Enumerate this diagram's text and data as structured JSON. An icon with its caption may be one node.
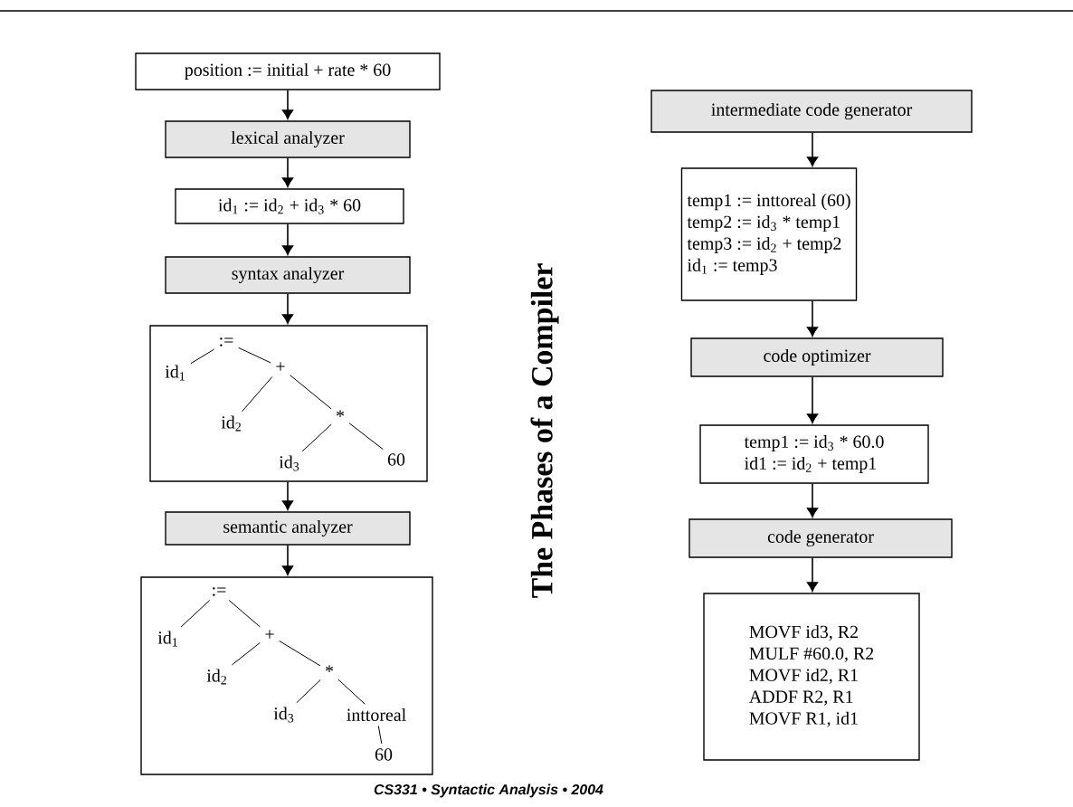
{
  "diagram": {
    "title": "The Phases of a Compiler",
    "nodes": [
      {
        "text": [
          "position := initial + rate * 60"
        ]
      },
      {
        "text": [
          "lexical analyzer"
        ]
      },
      {
        "text": [
          "id$_{1}$ := id$_{2}$ + id$_{3}$ * 60"
        ]
      },
      {
        "text": [
          "syntax analyzer"
        ]
      },
      {
        "text": [],
        "shape": "box"
      },
      {
        "text": [
          ":="
        ],
        "in": 4
      },
      {
        "text": [
          "id$_{1}$"
        ],
        "in": 4
      },
      {
        "text": [
          "+"
        ],
        "in": 4
      },
      {
        "text": [
          "id$_{2}$"
        ],
        "in": 4
      },
      {
        "text": [
          "*"
        ],
        "in": 4
      },
      {
        "text": [
          "id$_{3}$"
        ],
        "in": 4
      },
      {
        "text": [
          "60"
        ],
        "in": 4
      },
      {
        "text": [
          "semantic analyzer"
        ]
      },
      {
        "text": [],
        "shape": "box"
      },
      {
        "text": [
          ":="
        ],
        "in": 13
      },
      {
        "text": [
          "id$_{1}$"
        ],
        "in": 13
      },
      {
        "text": [
          "+"
        ],
        "in": 13
      },
      {
        "text": [
          "id$_{2}$"
        ],
        "in": 13
      },
      {
        "text": [
          "*"
        ],
        "in": 13
      },
      {
        "text": [
          "id$_{3}$"
        ],
        "in": 13
      },
      {
        "text": [
          "inttoreal"
        ],
        "in": 13
      },
      {
        "text": [
          "60"
        ],
        "in": 13
      },
      {
        "text": [
          "intermediate code generator"
        ]
      },
      {
        "text": [
          "temp1 := inttoreal (60)",
          "temp2 := id$_{3}$ * temp1",
          "temp3 := id$_{2}$ + temp2",
          "id$_{1}$ := temp3"
        ]
      },
      {
        "text": [
          "code optimizer"
        ]
      },
      {
        "text": [
          "temp1 := id$_{3}$ * 60.0",
          "id1 := id$_{2}$ + temp1"
        ]
      },
      {
        "text": [
          "code generator"
        ]
      },
      {
        "text": [
          "MOVF id3, R2",
          "MULF #60.0, R2",
          "MOVF id2, R1",
          "ADDF R2, R1",
          "MOVF R1, id1"
        ]
      }
    ],
    "edges": [
      {
        "from": 0,
        "to": 1,
        "arrow": "to"
      },
      {
        "from": 1,
        "to": 2,
        "arrow": "to"
      },
      {
        "from": 2,
        "to": 3,
        "arrow": "to"
      },
      {
        "from": 3,
        "to": 4,
        "arrow": "to"
      },
      {
        "from": 4,
        "to": 12,
        "arrow": "to"
      },
      {
        "from": 12,
        "to": 13,
        "arrow": "to"
      },
      {
        "from": 5,
        "to": 6,
        "arrow": "none"
      },
      {
        "from": 5,
        "to": 7,
        "arrow": "none"
      },
      {
        "from": 7,
        "to": 8,
        "arrow": "none"
      },
      {
        "from": 7,
        "to": 9,
        "arrow": "none"
      },
      {
        "from": 9,
        "to": 10,
        "arrow": "none"
      },
      {
        "from": 9,
        "to": 11,
        "arrow": "none"
      },
      {
        "from": 14,
        "to": 15,
        "arrow": "none"
      },
      {
        "from": 14,
        "to": 16,
        "arrow": "none"
      },
      {
        "from": 16,
        "to": 17,
        "arrow": "none"
      },
      {
        "from": 16,
        "to": 18,
        "arrow": "none"
      },
      {
        "from": 18,
        "to": 19,
        "arrow": "none"
      },
      {
        "from": 18,
        "to": 20,
        "arrow": "none"
      },
      {
        "from": 20,
        "to": 21,
        "arrow": "none"
      },
      {
        "from": 22,
        "to": 23,
        "arrow": "to"
      },
      {
        "from": 23,
        "to": 24,
        "arrow": "to"
      },
      {
        "from": 24,
        "to": 25,
        "arrow": "to"
      },
      {
        "from": 25,
        "to": 26,
        "arrow": "to"
      },
      {
        "from": 26,
        "to": 27,
        "arrow": "to"
      }
    ],
    "labels": [
      "CS331 • Syntactic Analysis • 2004"
    ]
  }
}
